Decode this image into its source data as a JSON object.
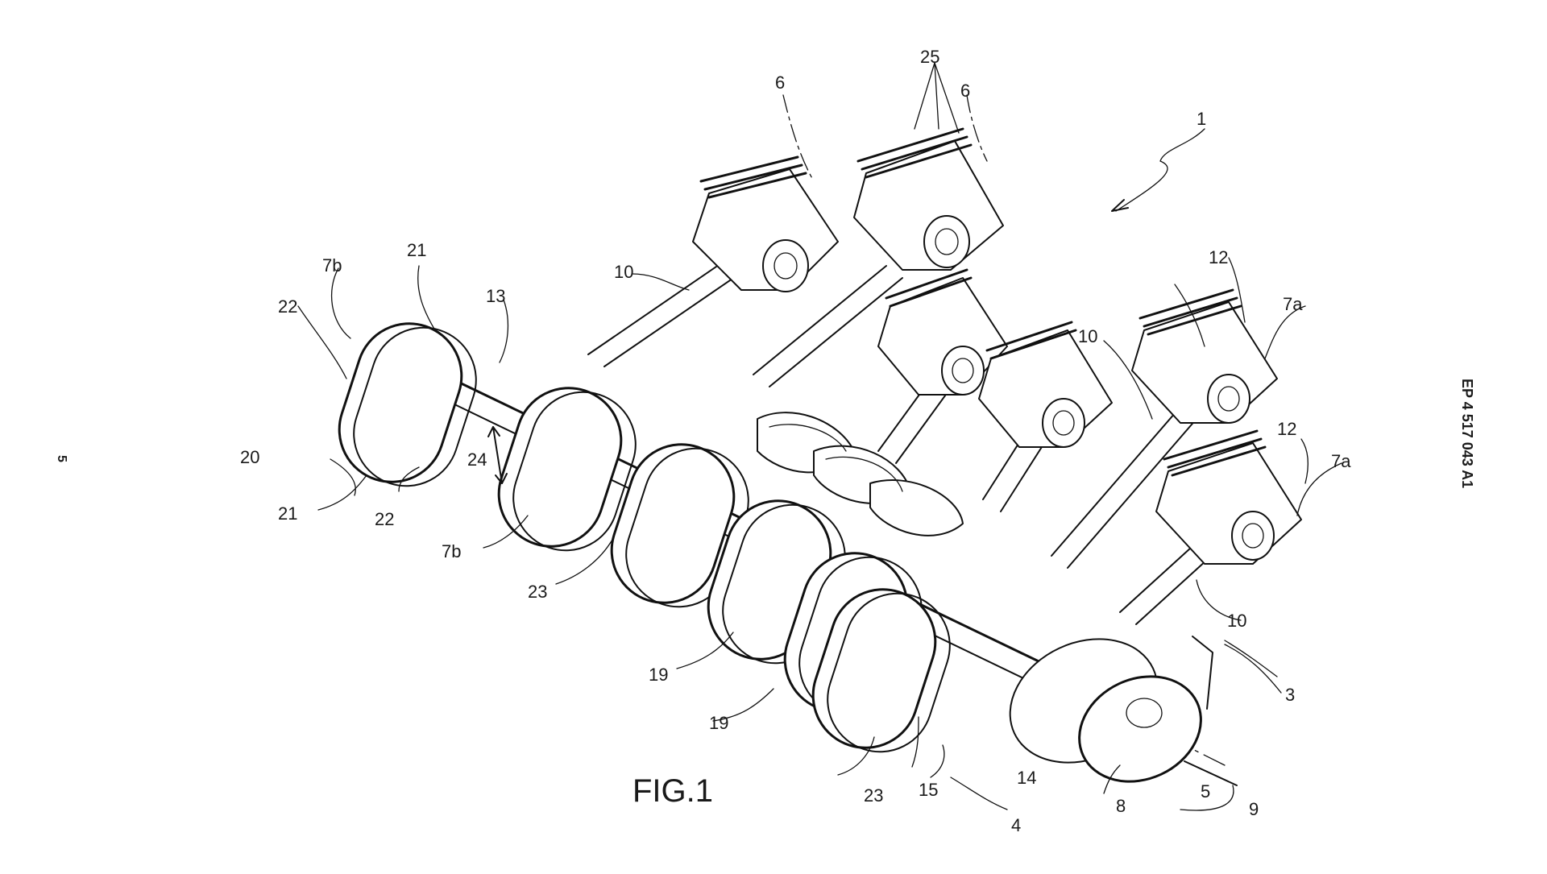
{
  "figure": {
    "title": "FIG.1"
  },
  "page": {
    "number": "5",
    "publication": "EP 4 517 043 A1"
  },
  "labels": {
    "l1": "1",
    "l3": "3",
    "l4": "4",
    "l5": "5",
    "l6a": "6",
    "l6b": "6",
    "l7a_top": "7a",
    "l7a_mid": "7a",
    "l7b_top": "7b",
    "l7b_low": "7b",
    "l8": "8",
    "l9": "9",
    "l10a": "10",
    "l10b": "10",
    "l10c": "10",
    "l12a": "12",
    "l12b": "12",
    "l13": "13",
    "l14": "14",
    "l15": "15",
    "l19a": "19",
    "l19b": "19",
    "l20": "20",
    "l21a": "21",
    "l21b": "21",
    "l22a": "22",
    "l22b": "22",
    "l23a": "23",
    "l23b": "23",
    "l24": "24",
    "l25": "25"
  },
  "colors": {
    "ink": "#111111",
    "paper": "#ffffff"
  }
}
